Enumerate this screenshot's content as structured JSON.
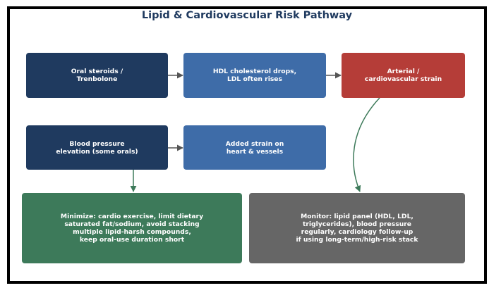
{
  "title": "Lipid & Cardiovascular Risk Pathway",
  "colors": {
    "dark_navy": "#1f3a5f",
    "mid_blue": "#3e6ca8",
    "red": "#b53d38",
    "green": "#3d7a5a",
    "gray": "#666666",
    "arrow_gray": "#555555",
    "arrow_green": "#3d7a5a"
  },
  "nodes": {
    "oral_steroids": "Oral steroids /\nTrenbolone",
    "hdl_drops": "HDL cholesterol drops,\nLDL often rises",
    "arterial_strain": "Arterial /\ncardiovascular strain",
    "blood_pressure": "Blood pressure\nelevation (some orals)",
    "added_strain": "Added strain on\nheart & vessels",
    "minimize": "Minimize: cardio exercise, limit dietary\nsaturated fat/sodium, avoid stacking\nmultiple lipid-harsh compounds,\nkeep oral-use duration short",
    "monitor": "Monitor: lipid panel (HDL, LDL,\ntriglycerides), blood pressure\nregularly, cardiology follow-up\nif using long-term/high-risk stack"
  }
}
